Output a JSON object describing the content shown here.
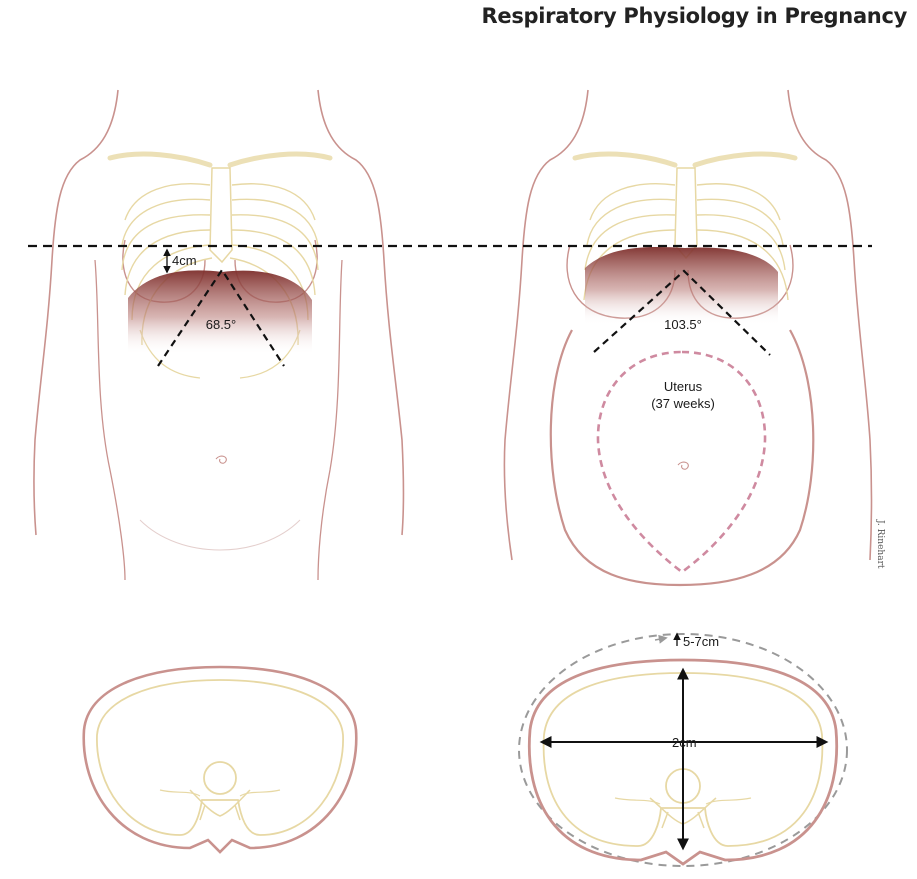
{
  "title": "Respiratory Physiology in Pregnancy",
  "labels": {
    "nonpregnant_elevation": "4cm",
    "nonpregnant_angle": "68.5°",
    "pregnant_angle": "103.5°",
    "uterus_line1": "Uterus",
    "uterus_line2": "(37 weeks)",
    "circumference_increase": "5-7cm",
    "transverse_diameter": "2cm"
  },
  "signature": "J. Rinehart",
  "colors": {
    "skin_outline": "#c9928e",
    "bone_outline": "#e7d8a4",
    "diaphragm": "#8a3a36",
    "uterus_outline": "#cf8aa0",
    "dashed_guide": "#1a1a1a",
    "expansion_outline": "#9a9a9a"
  }
}
